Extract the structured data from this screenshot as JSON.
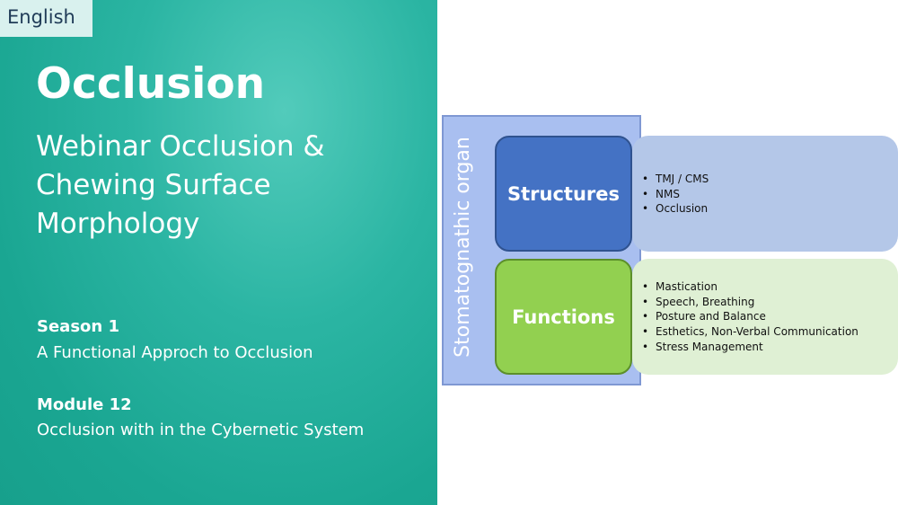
{
  "language": "English",
  "title": "Occlusion",
  "subtitle": "Webinar Occlusion & Chewing Surface Morphology",
  "season": {
    "heading": "Season 1",
    "text": "A Functional Approch to Occlusion"
  },
  "module": {
    "heading": "Module 12",
    "text": "Occlusion with in the Cybernetic System"
  },
  "diagram": {
    "organ_label": "Stomatognathic organ",
    "structures": {
      "label": "Structures",
      "items": [
        "TMJ / CMS",
        "NMS",
        "Occlusion"
      ]
    },
    "functions": {
      "label": "Functions",
      "items": [
        "Mastication",
        "Speech, Breathing",
        "Posture and Balance",
        "Esthetics, Non-Verbal Communication",
        "Stress Management"
      ]
    }
  },
  "colors": {
    "teal_panel": "#1aa692",
    "organ_box": "#a9bff0",
    "structures_box": "#4472c4",
    "functions_box": "#92d050",
    "structures_panel": "#b4c7e8",
    "functions_panel": "#dff0d4"
  }
}
